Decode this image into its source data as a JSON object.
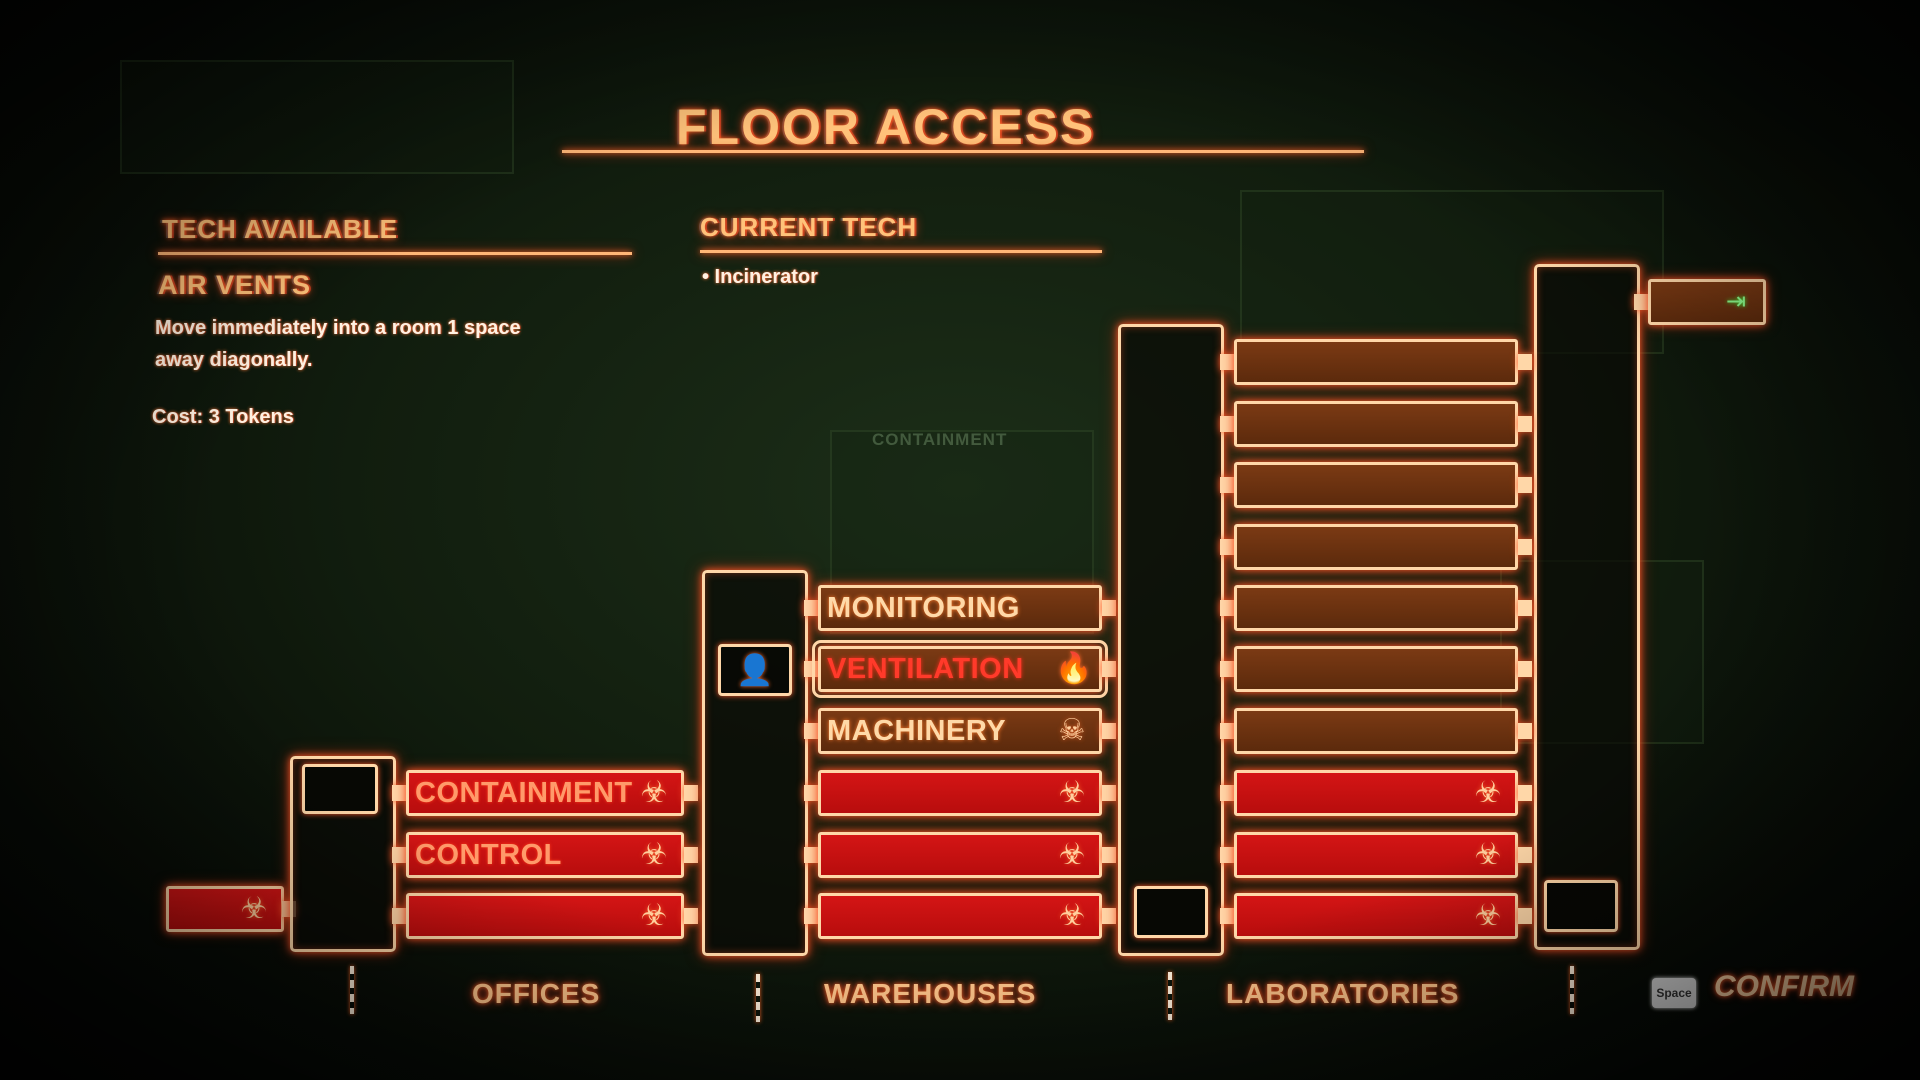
{
  "title": "FLOOR ACCESS",
  "tech_available": {
    "heading": "TECH AVAILABLE",
    "name": "AIR VENTS",
    "description": "Move immediately into a room 1 space away diagonally.",
    "cost": "Cost: 3 Tokens"
  },
  "current_tech": {
    "heading": "CURRENT TECH",
    "items": [
      "• Incinerator"
    ]
  },
  "map_background_label": "CONTAINMENT",
  "offices": {
    "label": "OFFICES",
    "rooms": [
      {
        "label": "CONTAINMENT",
        "state": "locked",
        "icon": "biohazard-icon"
      },
      {
        "label": "CONTROL",
        "state": "locked",
        "icon": "biohazard-icon"
      },
      {
        "label": "",
        "state": "locked",
        "icon": "biohazard-icon"
      }
    ],
    "entrance": {
      "icon": "biohazard-icon"
    }
  },
  "warehouses": {
    "label": "WAREHOUSES",
    "player_icon": "player-avatar-icon",
    "rooms": [
      {
        "label": "MONITORING",
        "state": "available",
        "icon": ""
      },
      {
        "label": "VENTILATION",
        "state": "selected",
        "icon": "fire-icon"
      },
      {
        "label": "MACHINERY",
        "state": "available",
        "icon": "gas-mask-icon"
      },
      {
        "label": "",
        "state": "locked",
        "icon": "biohazard-icon"
      },
      {
        "label": "",
        "state": "locked",
        "icon": "biohazard-icon"
      },
      {
        "label": "",
        "state": "locked",
        "icon": "biohazard-icon"
      }
    ]
  },
  "laboratories": {
    "label": "LABORATORIES",
    "rooms": [
      {
        "label": "",
        "state": "available",
        "icon": ""
      },
      {
        "label": "",
        "state": "available",
        "icon": ""
      },
      {
        "label": "",
        "state": "available",
        "icon": ""
      },
      {
        "label": "",
        "state": "available",
        "icon": ""
      },
      {
        "label": "",
        "state": "available",
        "icon": ""
      },
      {
        "label": "",
        "state": "available",
        "icon": ""
      },
      {
        "label": "",
        "state": "available",
        "icon": ""
      },
      {
        "label": "",
        "state": "locked",
        "icon": "biohazard-icon"
      },
      {
        "label": "",
        "state": "locked",
        "icon": "biohazard-icon"
      },
      {
        "label": "",
        "state": "locked",
        "icon": "biohazard-icon"
      }
    ],
    "exit": {
      "icon": "exit-sign-icon"
    }
  },
  "controls": {
    "key": "Space",
    "action": "CONFIRM"
  },
  "colors": {
    "neon": "#ffd7a8",
    "locked_room": "#c81212",
    "available_room": "#6b3210",
    "background": "#111d0e"
  }
}
